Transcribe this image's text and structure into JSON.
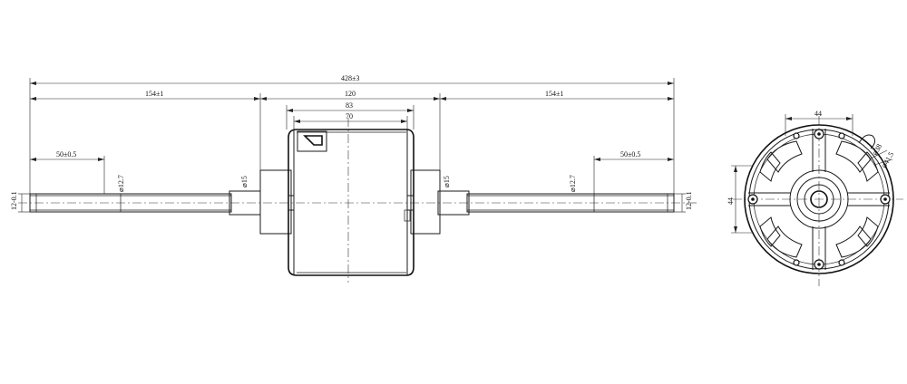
{
  "dimensions": {
    "overall_length": "428±3",
    "left_shaft_length": "154±1",
    "body_length": "120",
    "right_shaft_length": "154±1",
    "housing_length_outer": "83",
    "housing_length_inner": "70",
    "left_flat_length": "50±0.5",
    "right_flat_length": "50±0.5",
    "left_shaft_diameter": "⌀12.7",
    "right_shaft_diameter": "⌀12.7",
    "left_boss_diameter": "⌀15",
    "right_boss_diameter": "⌀15",
    "left_end_flat": "12-0.1",
    "right_end_flat": "12-0.1",
    "end_view_width": "44",
    "end_view_height": "44",
    "end_view_outer_diameter": "⌀38",
    "end_view_bolt_circle": "⌀41.5"
  }
}
